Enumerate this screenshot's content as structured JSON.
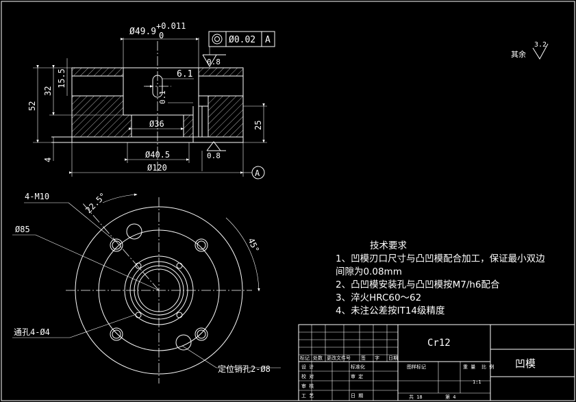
{
  "section_view": {
    "dims": {
      "bore_tol": "Ø49.9",
      "bore_tol_upper": "+0.011",
      "bore_tol_lower": "0",
      "slot_width": "6.1",
      "inner_36": "Ø36",
      "pin_40": "Ø40.5",
      "outer_120": "Ø120",
      "height_52": "52",
      "height_32": "32",
      "height_15": "15.5",
      "height_4": "4",
      "height_25": "25",
      "gap_01": "0.1"
    },
    "tolerance_frame": {
      "symbol": "◎",
      "value": "Ø0.02",
      "datum": "A"
    },
    "roughness_top": "0.8",
    "roughness_bottom": "0.8",
    "datum_label": "A"
  },
  "surface_finish": {
    "label": "其余",
    "value": "3.2"
  },
  "plan_view": {
    "labels": {
      "thread": "4-M10",
      "diameter": "Ø85",
      "angle_22": "22.5°",
      "angle_45": "45°",
      "through_hole": "通孔4-Ø4",
      "dowel": "定位销孔2-Ø8"
    }
  },
  "tech_notes": {
    "title": "技术要求",
    "items": [
      "1、凹模刃口尺寸与凸凹模配合加工，保证最小双边",
      "间隙为0.08mm",
      "2、凸凹模安装孔与凸凹模按M7/h6配合",
      "3、淬火HRC60～62",
      "4、未注公差按IT14级精度"
    ]
  },
  "title_block": {
    "material": "Cr12",
    "part_name": "凹模",
    "headers": {
      "revision": [
        "标记",
        "处数",
        "更改文件号",
        "签",
        "字",
        "日期"
      ],
      "design": "设 计",
      "standard": "标准化",
      "check": "校 对",
      "review": "审 定",
      "process": "工 艺",
      "approve": "审 核",
      "date": "日 期",
      "sheet_total": "共 18",
      "sheet": "第 4",
      "stage": "图样标记",
      "weight": "重 量",
      "scale": "比 例",
      "scale_value": "1:1"
    }
  }
}
